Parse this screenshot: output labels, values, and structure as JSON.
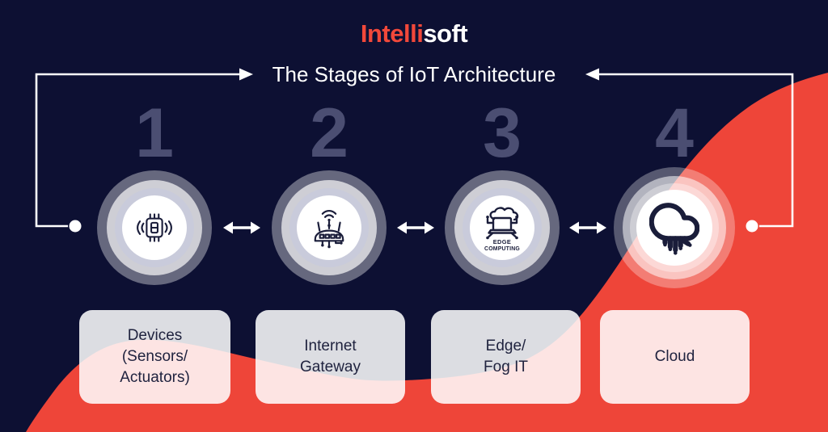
{
  "logo": {
    "text_primary": "Intelli",
    "text_secondary": "soft"
  },
  "title": "The Stages of IoT Architecture",
  "stages": [
    {
      "number": "1",
      "label": "Devices\n(Sensors/\nActuators)",
      "icon": "microchip-sensor-icon"
    },
    {
      "number": "2",
      "label": "Internet\nGateway",
      "icon": "wifi-router-icon"
    },
    {
      "number": "3",
      "label": "Edge/\nFog IT",
      "icon": "edge-computing-icon",
      "icon_text_line1": "EDGE",
      "icon_text_line2": "COMPUTING"
    },
    {
      "number": "4",
      "label": "Cloud",
      "icon": "cloud-computing-icon"
    }
  ],
  "colors": {
    "background_navy": "#0D1033",
    "accent_red": "#EE4539",
    "logo_red": "#F2483A",
    "stage_number": "#4B4E72",
    "card_text": "#20233F",
    "connector_white": "#FFFFFF"
  }
}
